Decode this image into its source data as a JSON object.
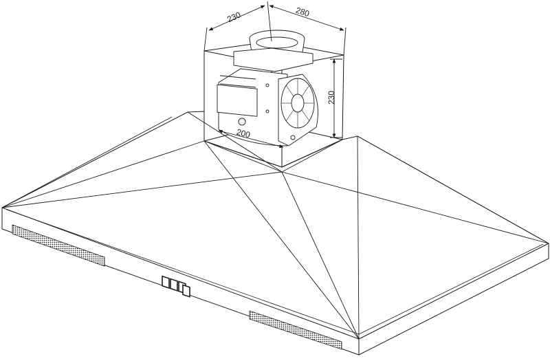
{
  "diagram": {
    "type": "technical-line-drawing",
    "subject": "range-hood-with-blower-box",
    "dimensions": {
      "box_depth": "230",
      "box_width": "280",
      "box_height": "230",
      "blower_width": "200"
    }
  },
  "colors": {
    "line": "#1a1a1a",
    "grille": "#3a3a3a",
    "background": "#ffffff"
  }
}
